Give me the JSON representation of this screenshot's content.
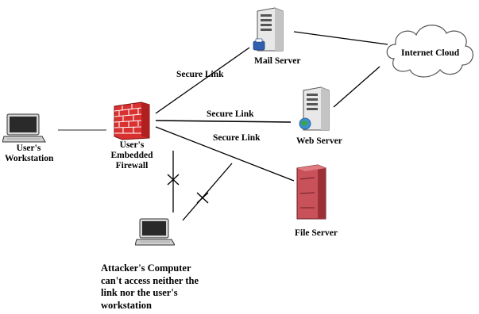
{
  "nodes": {
    "mail_server": {
      "label": "Mail Server"
    },
    "internet_cloud": {
      "label": "Internet Cloud"
    },
    "web_server": {
      "label": "Web Server"
    },
    "file_server": {
      "label": "File Server"
    },
    "workstation": {
      "label_line1": "User's",
      "label_line2": "Workstation"
    },
    "firewall": {
      "label_line1": "User's",
      "label_line2": "Embedded",
      "label_line3": "Firewall"
    },
    "attacker": {
      "label_line1": "Attacker's Computer",
      "label_line2": "can't access neither the",
      "label_line3": "link nor the user's",
      "label_line4": "workstation"
    }
  },
  "links": {
    "secure_mail": "Secure Link",
    "secure_web": "Secure Link",
    "secure_file": "Secure Link"
  },
  "icons": {
    "laptop": "laptop-icon",
    "server": "server-tower-icon",
    "firewall": "brick-firewall-icon",
    "cloud": "cloud-icon",
    "blocked": "x-mark-icon"
  },
  "colors": {
    "line": "#000000",
    "firewall_brick": "#e03a3a",
    "file_server_body": "#c8515a",
    "server_body": "#e6e6e6",
    "cloud_stroke": "#555555"
  }
}
